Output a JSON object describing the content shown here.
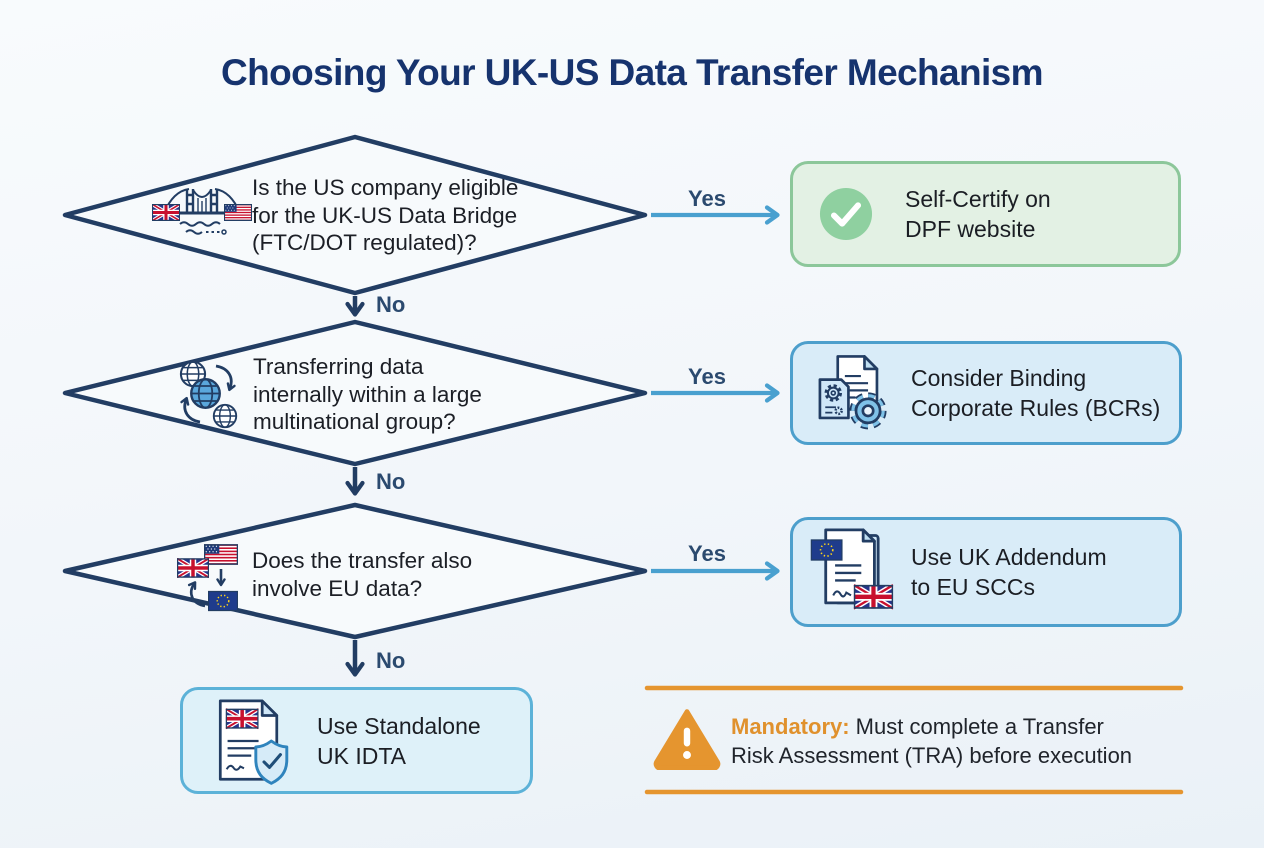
{
  "title": "Choosing Your UK-US Data Transfer Mechanism",
  "labels": {
    "yes": "Yes",
    "no": "No"
  },
  "decisions": [
    {
      "icon": "uk-us-bridge-icon",
      "lines": [
        "Is the US company eligible",
        "for the UK-US Data Bridge",
        "(FTC/DOT regulated)?"
      ]
    },
    {
      "icon": "global-data-transfer-icon",
      "lines": [
        "Transferring data",
        "internally within a large",
        "multinational group?"
      ]
    },
    {
      "icon": "uk-us-eu-flags-icon",
      "lines": [
        "Does the transfer also",
        "involve EU data?"
      ]
    }
  ],
  "outcomes": [
    {
      "icon": "check-circle-icon",
      "style": "green",
      "lines": [
        "Self-Certify on",
        "DPF website"
      ]
    },
    {
      "icon": "documents-gear-icon",
      "style": "blue",
      "lines": [
        "Consider Binding",
        "Corporate Rules (BCRs)"
      ]
    },
    {
      "icon": "eu-uk-document-icon",
      "style": "blue",
      "lines": [
        "Use UK Addendum",
        "to EU SCCs"
      ]
    },
    {
      "icon": "uk-document-shield-icon",
      "style": "lightblue",
      "lines": [
        "Use Standalone",
        "UK IDTA"
      ]
    }
  ],
  "mandatory_note": {
    "icon": "warning-triangle-icon",
    "prefix": "Mandatory:",
    "line1_rest": " Must complete a Transfer",
    "line2": "Risk Assessment (TRA) before execution"
  },
  "colors": {
    "navy": "#223d63",
    "title_navy": "#16336e",
    "arrow_blue": "#49a0cf",
    "green_fill": "#e3f1e4",
    "green_border": "#8cc79a",
    "green_check": "#8fd0a0",
    "blue_fill": "#d9ecf8",
    "blue_border": "#4d9fcc",
    "lightblue_border": "#5cb2d8",
    "orange": "#e5952f"
  }
}
